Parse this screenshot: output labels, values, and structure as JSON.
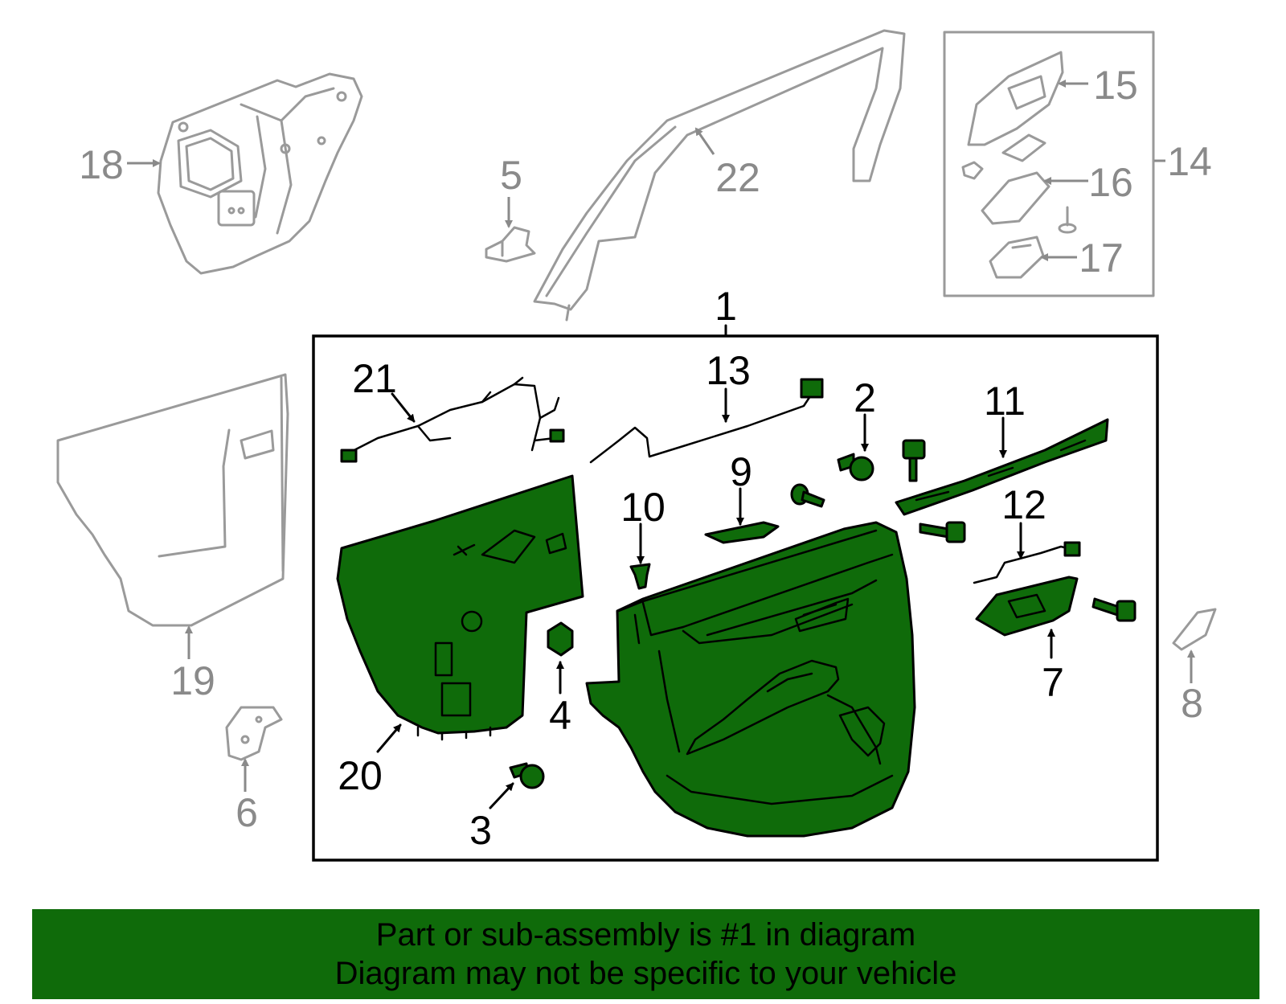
{
  "diagram": {
    "colors": {
      "highlight_fill": "#0f6b0a",
      "inactive_line": "#9a9a9a",
      "banner_background": "#0f6b0a",
      "callout_active": "#000000",
      "callout_inactive": "#8a8a8a"
    },
    "callouts": {
      "c1": "1",
      "c2": "2",
      "c3": "3",
      "c4": "4",
      "c5": "5",
      "c6": "6",
      "c7": "7",
      "c8": "8",
      "c9": "9",
      "c10": "10",
      "c11": "11",
      "c12": "12",
      "c13": "13",
      "c14": "14",
      "c15": "15",
      "c16": "16",
      "c17": "17",
      "c18": "18",
      "c19": "19",
      "c20": "20",
      "c21": "21",
      "c22": "22"
    }
  },
  "banner": {
    "line1": "Part or sub-assembly is #1 in diagram",
    "line2": "Diagram may not be specific to your vehicle"
  }
}
